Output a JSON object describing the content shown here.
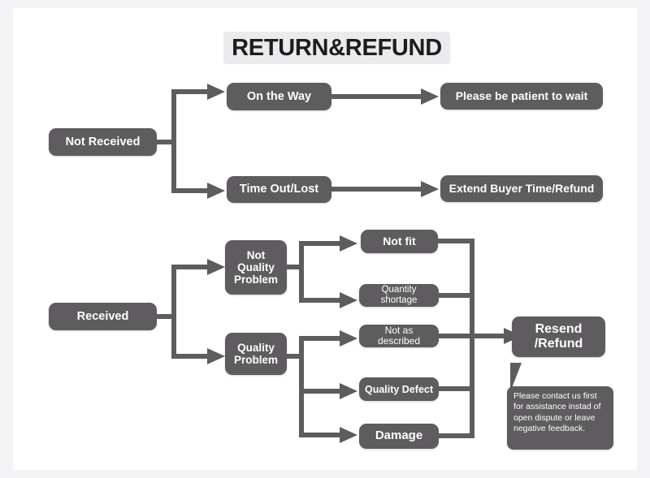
{
  "page": {
    "title": "RETURN&REFUND",
    "background": "#f3f2f5",
    "canvas_color": "#ffffff",
    "node_color": "#5e5c5e",
    "node_text_color": "#ffffff",
    "title_background": "#ebeaec",
    "title_text_color": "#1d1d1d"
  },
  "nodes": {
    "not_received": "Not Received",
    "on_the_way": "On the Way",
    "time_out_lost": "Time Out/Lost",
    "please_wait": "Please be patient to wait",
    "extend_buyer": "Extend Buyer Time/Refund",
    "received": "Received",
    "not_quality_problem": "Not\nQuality\nProblem",
    "quality_problem": "Quality\nProblem",
    "not_fit": "Not fit",
    "quantity_shortage": "Quantity shortage",
    "not_as_described": "Not as described",
    "quality_defect": "Quality Defect",
    "damage": "Damage",
    "resend_refund": "Resend\n/Refund"
  },
  "callout": {
    "text": "Please contact us first\nfor assistance instad of\nopen dispute or leave\nnegative feedback."
  },
  "chart_data": {
    "type": "diagram",
    "title": "RETURN&REFUND",
    "diagram_kind": "flowchart",
    "orientation": "left-to-right",
    "branches": [
      {
        "root": "Not Received",
        "children": [
          {
            "label": "On the Way",
            "outcome": "Please be patient to wait"
          },
          {
            "label": "Time Out/Lost",
            "outcome": "Extend Buyer Time/Refund"
          }
        ]
      },
      {
        "root": "Received",
        "children": [
          {
            "label": "Not Quality Problem",
            "reasons": [
              "Not fit",
              "Quantity shortage"
            ],
            "outcome": "Resend /Refund"
          },
          {
            "label": "Quality Problem",
            "reasons": [
              "Not as described",
              "Quality Defect",
              "Damage"
            ],
            "outcome": "Resend /Refund"
          }
        ]
      }
    ],
    "note": "Please contact us first for assistance instad of open dispute or leave negative feedback."
  }
}
